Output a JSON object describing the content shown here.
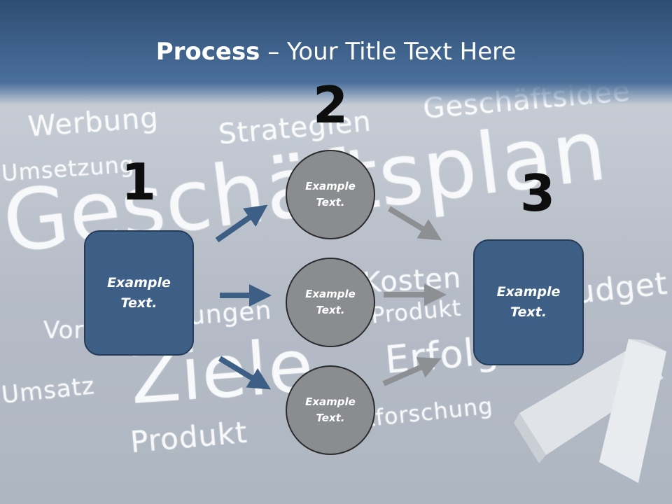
{
  "title": {
    "strong": "Process",
    "rest": " – Your Title Text Here"
  },
  "background_words": [
    "Werbung",
    "Strategien",
    "Geschäftsidee",
    "Umsetzung",
    "Geschäftsplan",
    "Kosten",
    "Produkt",
    "Budget",
    "Vor",
    "zungen",
    "Ziele",
    "Erfolg",
    "Umsatz",
    "Produkt",
    "Marktforschung"
  ],
  "steps": {
    "one": "1",
    "two": "2",
    "three": "3"
  },
  "boxes": {
    "left": "Example Text.",
    "right": "Example Text."
  },
  "circles": {
    "top": "Example Text.",
    "middle": "Example Text.",
    "bottom": "Example Text."
  },
  "colors": {
    "header": "#3c5f88",
    "box_fill": "#3d5f86",
    "circle_fill": "#8b8c8f",
    "arrow_blue": "#3d5f86",
    "arrow_gray": "#8e8f92"
  }
}
